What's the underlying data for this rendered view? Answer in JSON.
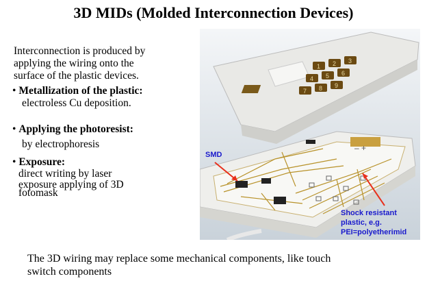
{
  "title": "3D MIDs (Molded Interconnection Devices)",
  "intro": [
    "Interconnection is produced by",
    "applying the wiring onto the",
    "surface of the plastic devices."
  ],
  "bullets": [
    {
      "head": "Metallization of the plastic:",
      "detail": [
        "electroless Cu deposition."
      ]
    },
    {
      "head": "Applying the photoresist:",
      "detail": [
        "by electrophoresis"
      ]
    },
    {
      "head": "Exposure:",
      "detail": [
        "direct writing by laser",
        "exposure applying of 3D",
        "fotomask"
      ]
    }
  ],
  "photo": {
    "smd_label": "SMD",
    "plastic_label": [
      "Shock resistant",
      "plastic, e.g.",
      "PEI=polyetherimid"
    ],
    "keypad": [
      "1",
      "2",
      "3",
      "4",
      "5",
      "6",
      "7",
      "8",
      "9"
    ],
    "battery_marks": "–  +"
  },
  "footer": [
    "The 3D wiring may replace some  mechanical components, like touch",
    "switch components"
  ]
}
